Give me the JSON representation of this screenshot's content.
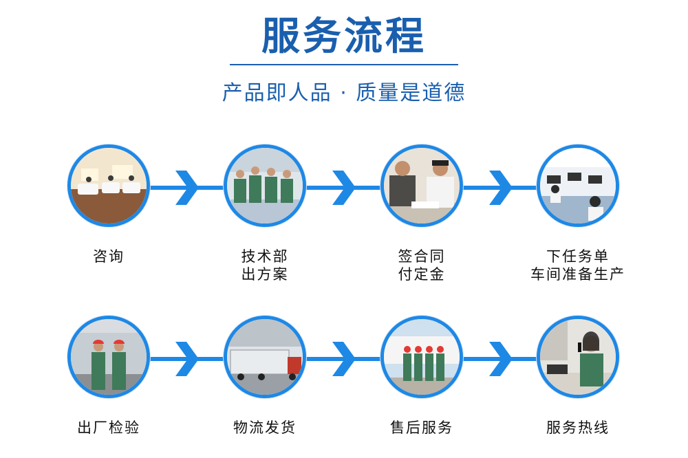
{
  "header": {
    "title": "服务流程",
    "subtitle": "产品即人品 · 质量是道德"
  },
  "colors": {
    "brand_blue": "#1a5fae",
    "accent_blue": "#1e88e5"
  },
  "rows": [
    {
      "steps": [
        {
          "lines": [
            "咨询"
          ],
          "photo": "consultation-office-photo"
        },
        {
          "lines": [
            "技术部",
            "出方案"
          ],
          "photo": "engineers-meeting-photo"
        },
        {
          "lines": [
            "签合同",
            "付定金"
          ],
          "photo": "contract-signing-photo"
        },
        {
          "lines": [
            "下任务单",
            "车间准备生产"
          ],
          "photo": "office-workers-photo"
        }
      ]
    },
    {
      "steps": [
        {
          "lines": [
            "出厂检验"
          ],
          "photo": "factory-inspection-photo"
        },
        {
          "lines": [
            "物流发货"
          ],
          "photo": "truck-shipping-photo"
        },
        {
          "lines": [
            "售后服务"
          ],
          "photo": "service-team-photo"
        },
        {
          "lines": [
            "服务热线"
          ],
          "photo": "hotline-operator-photo"
        }
      ]
    }
  ]
}
